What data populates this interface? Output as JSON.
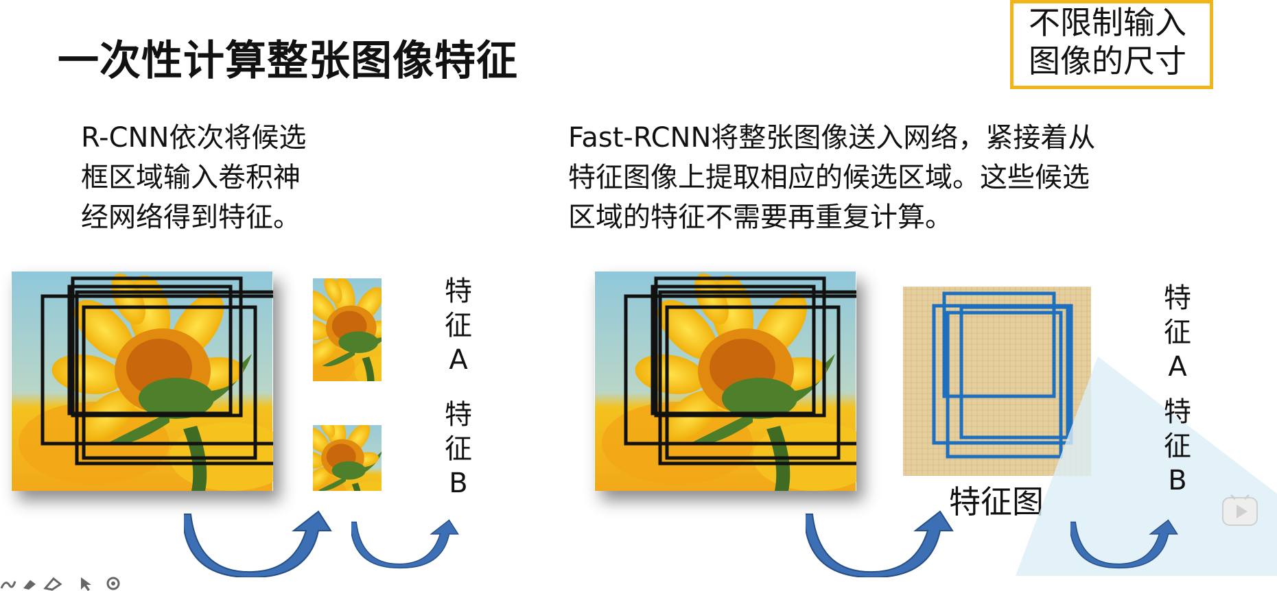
{
  "title": "一次性计算整张图像特征",
  "size_box": {
    "line1": "不限制输入",
    "line2": "图像的尺寸"
  },
  "rcnn": {
    "desc_lines": [
      "R-CNN依次将候选",
      "框区域输入卷积神",
      "经网络得到特征。"
    ],
    "feature_a": [
      "特",
      "征",
      "A"
    ],
    "feature_b": [
      "特",
      "征",
      "B"
    ]
  },
  "fast_rcnn": {
    "desc_lines": [
      "Fast-RCNN将整张图像送入网络，紧接着从",
      "特征图像上提取相应的候选区域。这些候选",
      "区域的特征不需要再重复计算。"
    ],
    "feature_map_caption": "特征图",
    "feature_a": [
      "特",
      "征",
      "A"
    ],
    "feature_b": [
      "特",
      "征",
      "B"
    ]
  },
  "colors": {
    "accent_box": "#f1b51c",
    "arrow": "#3c6fb4",
    "proposal_box": "#111111",
    "feature_box": "#1f6fbf",
    "feature_map": "#e8d2a6"
  },
  "icons": [
    "pen-icon",
    "highlighter-icon",
    "eraser-icon",
    "pointer-icon",
    "record-icon",
    "play-icon"
  ]
}
